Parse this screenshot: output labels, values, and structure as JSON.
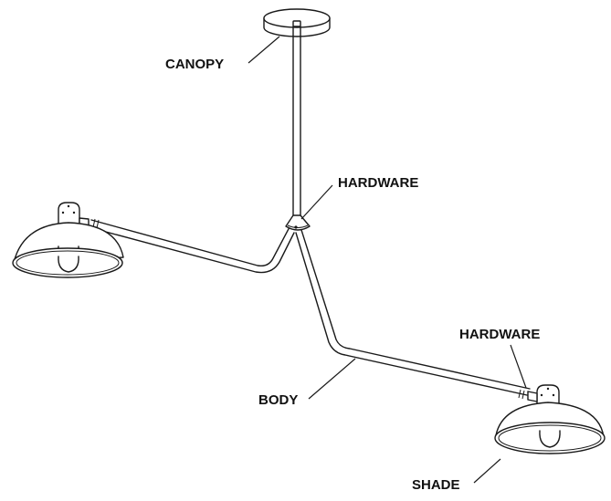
{
  "labels": {
    "canopy": "CANOPY",
    "hardware_top": "HARDWARE",
    "hardware_right": "HARDWARE",
    "body": "BODY",
    "shade": "SHADE"
  },
  "colors": {
    "line": "#1a1a1a",
    "background": "#ffffff"
  }
}
